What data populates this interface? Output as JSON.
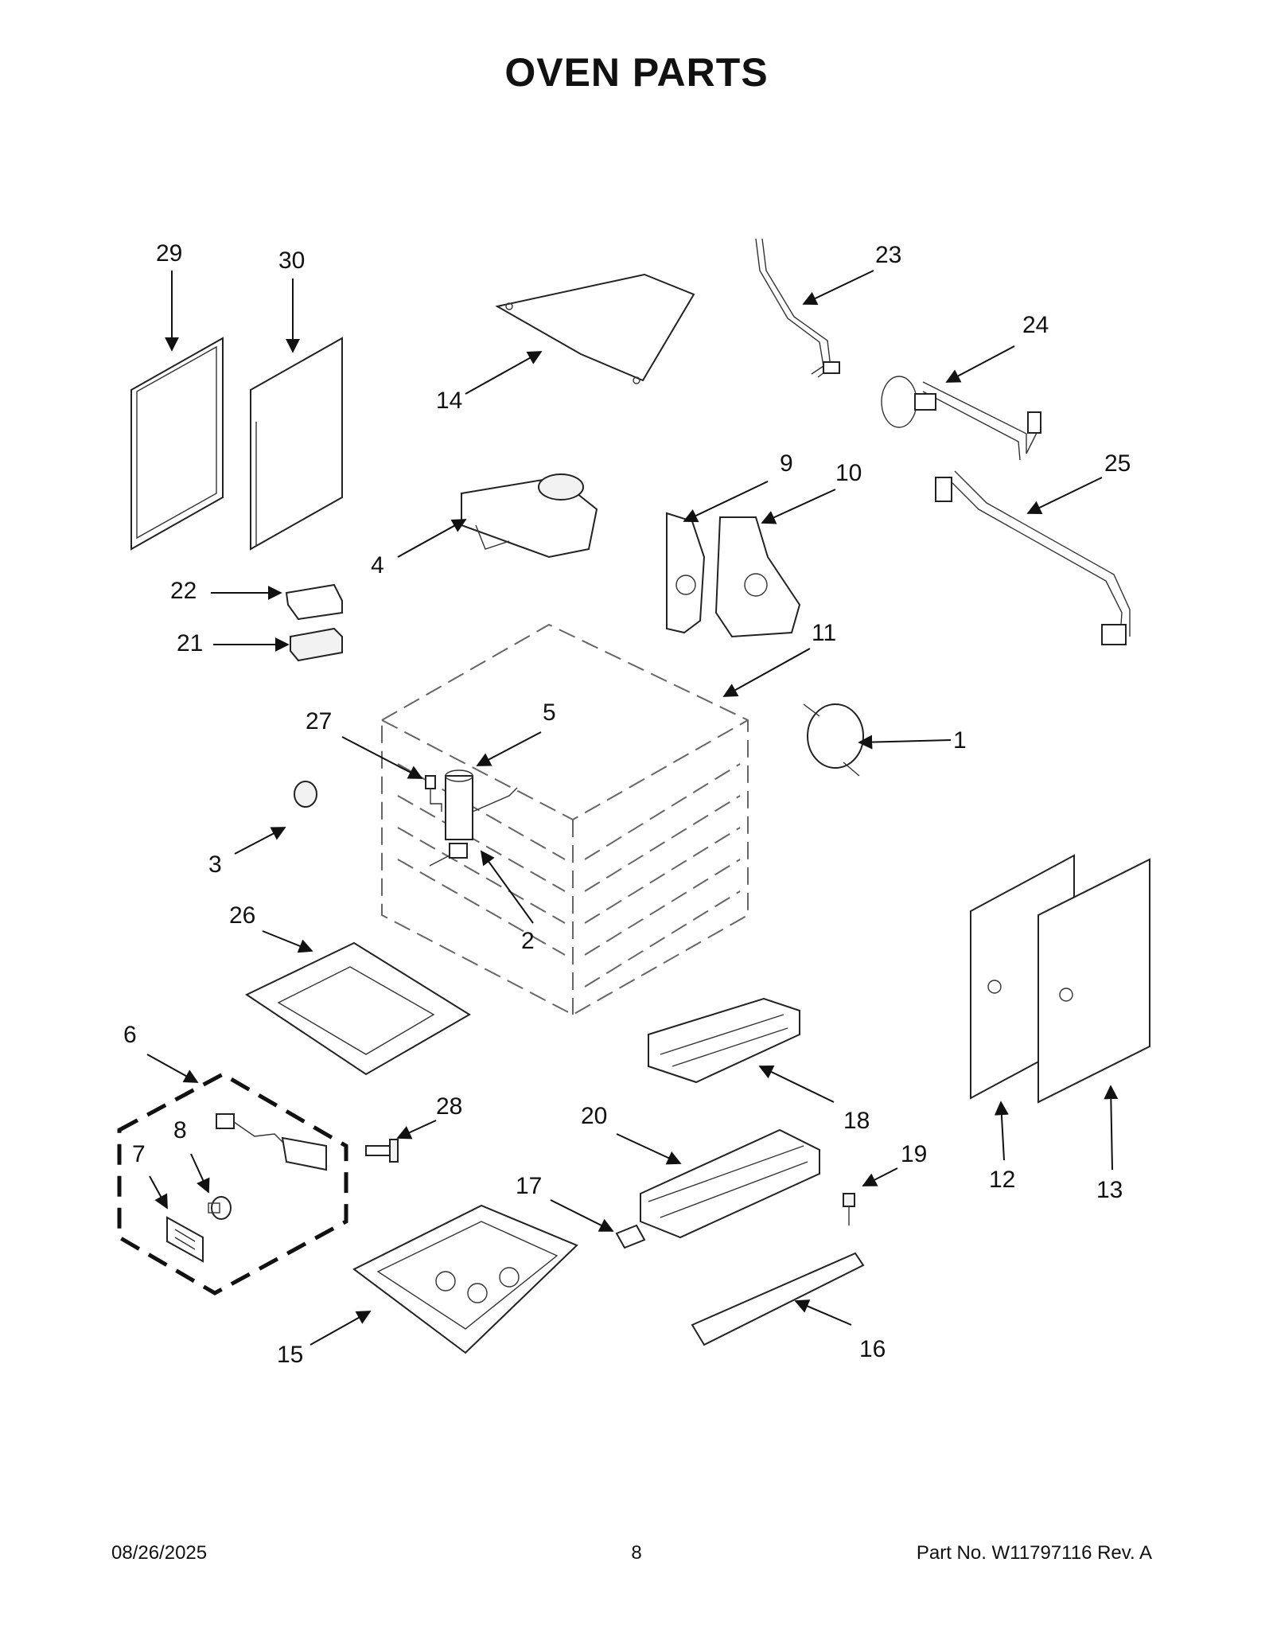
{
  "page": {
    "title": "OVEN  PARTS",
    "footer": {
      "date": "08/26/2025",
      "page_number": "8",
      "part_no": "Part No.  W11797116   Rev.  A"
    }
  },
  "callouts": {
    "c1": "1",
    "c2": "2",
    "c3": "3",
    "c4": "4",
    "c5": "5",
    "c6": "6",
    "c7": "7",
    "c8": "8",
    "c9": "9",
    "c10": "10",
    "c11": "11",
    "c12": "12",
    "c13": "13",
    "c14": "14",
    "c15": "15",
    "c16": "16",
    "c17": "17",
    "c18": "18",
    "c19": "19",
    "c20": "20",
    "c21": "21",
    "c22": "22",
    "c23": "23",
    "c24": "24",
    "c25": "25",
    "c26": "26",
    "c27": "27",
    "c28": "28",
    "c29": "29",
    "c30": "30"
  }
}
